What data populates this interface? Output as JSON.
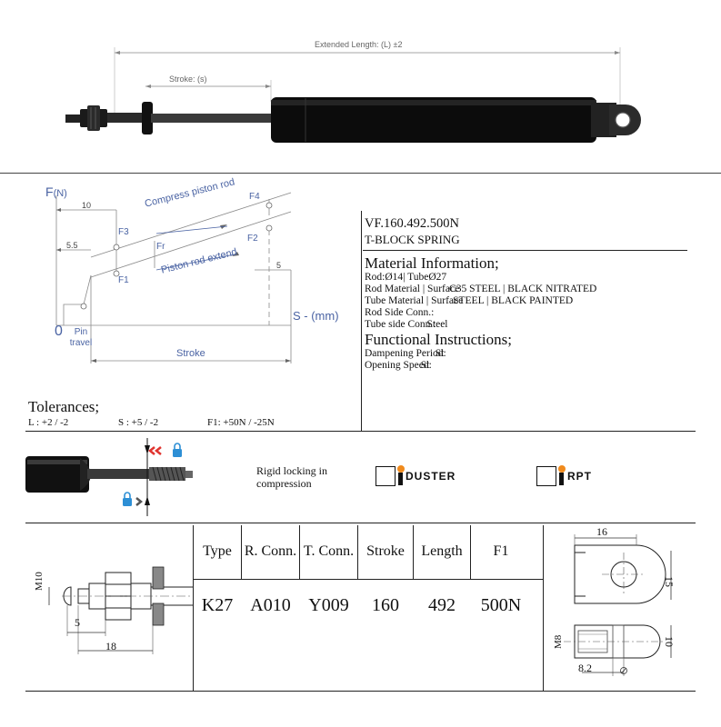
{
  "top_drawing": {
    "extended_length_label": "Extended Length: (L) ±2",
    "stroke_label": "Stroke: (s)"
  },
  "force_diagram": {
    "y_axis_label": "F",
    "y_axis_unit": "(N)",
    "x_axis_label": "S - (mm)",
    "origin_label": "0",
    "pin_travel_label": "Pin travel",
    "stroke_label": "Stroke",
    "dim_10": "10",
    "dim_5_5": "5.5",
    "dim_5": "5",
    "f1": "F1",
    "f2": "F2",
    "f3": "F3",
    "f4": "F4",
    "fr": "Fr",
    "compress_label": "Compress piston rod",
    "extend_label": "Piston rod extend"
  },
  "info": {
    "product_code": "VF.160.492.500N",
    "product_type": "T-BLOCK SPRING",
    "material_heading": "Material Information;",
    "rod_line": "Rod:Ø14| TubeØ27",
    "rod_material_label": "Rod Material | Surface",
    "rod_material_value": "C35 STEEL | BLACK NITRATED",
    "tube_material_label": "Tube Material | Surface",
    "tube_material_value": "STEEL | BLACK PAINTED",
    "rod_side_conn": "Rod Side Conn.:",
    "tube_side_conn_label": "Tube side Conn.:",
    "tube_side_conn_value": "Steel",
    "functional_heading": "Functional Instructions;",
    "dampening_label": "Dampening Period:",
    "dampening_value": "St",
    "opening_label": "Opening Speed:",
    "opening_value": "St"
  },
  "tolerances": {
    "heading": "Tolerances;",
    "length": "L : +2 / -2",
    "stroke": "S : +5 / -2",
    "force": "F1: +50N / -25N"
  },
  "locking": {
    "description": "Rigid locking in compression",
    "option_duster": "DUSTER",
    "option_rpt": "RPT"
  },
  "specs": {
    "headers": [
      "Type",
      "R. Conn.",
      "T. Conn.",
      "Stroke",
      "Length",
      "F1"
    ],
    "values": [
      "K27",
      "A010",
      "Y009",
      "160",
      "492",
      "500N"
    ]
  },
  "rod_end_drawing": {
    "thread": "M10",
    "dim_5": "5",
    "dim_18": "18"
  },
  "tube_end_drawing": {
    "width": "16",
    "height": "15",
    "thread": "M8",
    "thickness": "10",
    "hole": "8.2"
  },
  "colors": {
    "line": "#222222",
    "diagram_blue": "#4a63a3",
    "arrow_red": "#e0342f",
    "lock_blue": "#2d8fd5",
    "rpt_orange": "#f08a1c"
  }
}
